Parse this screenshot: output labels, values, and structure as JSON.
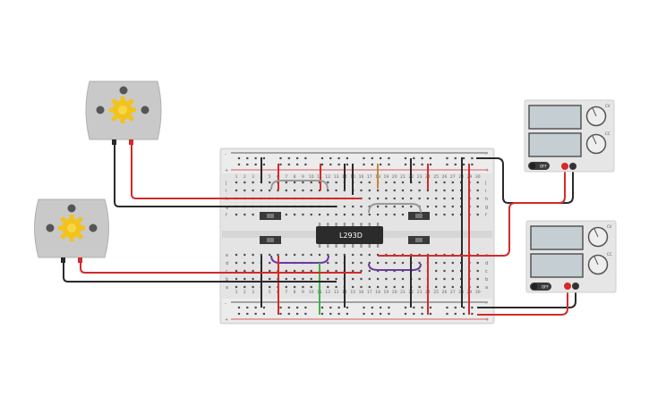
{
  "canvas": {
    "background": "#ffffff"
  },
  "chip": {
    "label": "L293D",
    "color": "#2b2b2b"
  },
  "breadboard": {
    "row_letters_top": [
      "j",
      "i",
      "h",
      "g",
      "f"
    ],
    "row_letters_bottom": [
      "e",
      "d",
      "c",
      "b",
      "a"
    ],
    "column_numbers": [
      "1",
      "2",
      "3",
      "4",
      "5",
      "6",
      "7",
      "8",
      "9",
      "10",
      "11",
      "12",
      "13",
      "14",
      "15",
      "16",
      "17",
      "18",
      "19",
      "20",
      "21",
      "22",
      "23",
      "24",
      "25",
      "26",
      "27",
      "28",
      "29",
      "30"
    ],
    "rail_plus": "+",
    "rail_minus": "-"
  },
  "power_supply_top": {
    "switch_label": "OFF",
    "knob1_label": "CV",
    "knob2_label": "CC"
  },
  "power_supply_bottom": {
    "switch_label": "OFF",
    "knob1_label": "CV",
    "knob2_label": "CC"
  },
  "colors": {
    "wire_red": "#d42a2a",
    "wire_black": "#2a2a2a",
    "wire_green": "#3bb54a",
    "wire_purple": "#6b3aa0",
    "wire_orange": "#c8893a",
    "wire_gray": "#9a9a9a",
    "motor_body": "#c9c9c9",
    "motor_gear": "#f2c31b",
    "psu_body": "#e6e6e6",
    "psu_screen": "#c5cfd3"
  }
}
